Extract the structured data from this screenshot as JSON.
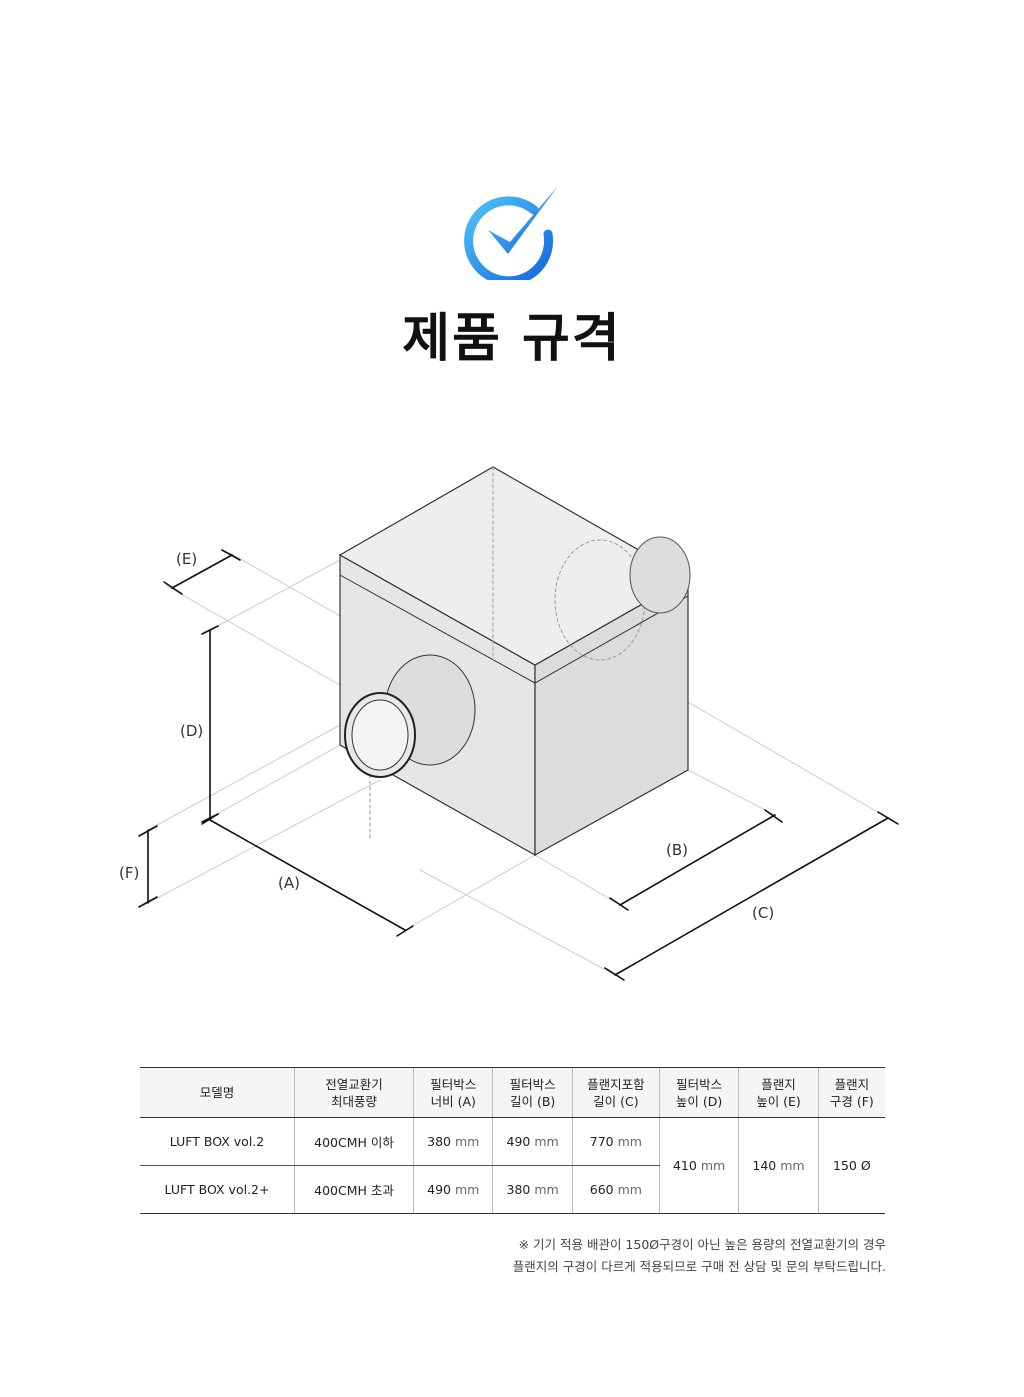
{
  "title": "제품 규격",
  "diagram": {
    "labels": {
      "a": "(A)",
      "b": "(B)",
      "c": "(C)",
      "d": "(D)",
      "e": "(E)",
      "f": "(F)"
    }
  },
  "table": {
    "headers": [
      [
        "모델명",
        ""
      ],
      [
        "전열교환기",
        "최대풍량"
      ],
      [
        "필터박스",
        "너비 (A)"
      ],
      [
        "필터박스",
        "길이 (B)"
      ],
      [
        "플랜지포함",
        "길이 (C)"
      ],
      [
        "필터박스",
        "높이 (D)"
      ],
      [
        "플랜지",
        "높이 (E)"
      ],
      [
        "플랜지",
        "구경 (F)"
      ]
    ],
    "rows": [
      {
        "model": "LUFT BOX vol.2",
        "airflow": "400CMH 이하",
        "a": "380",
        "b": "490",
        "c": "770"
      },
      {
        "model": "LUFT BOX vol.2+",
        "airflow": "400CMH 초과",
        "a": "490",
        "b": "380",
        "c": "660"
      }
    ],
    "shared": {
      "d": "410",
      "e": "140",
      "f": "150 Ø"
    },
    "unit": "mm"
  },
  "note": [
    "※ 기기 적용 배관이 150Ø구경이 아닌 높은 용량의 전열교환기의 경우",
    "플랜지의 구경이 다르게 적용되므로 구매 전 상담 및 문의 부탁드립니다."
  ]
}
